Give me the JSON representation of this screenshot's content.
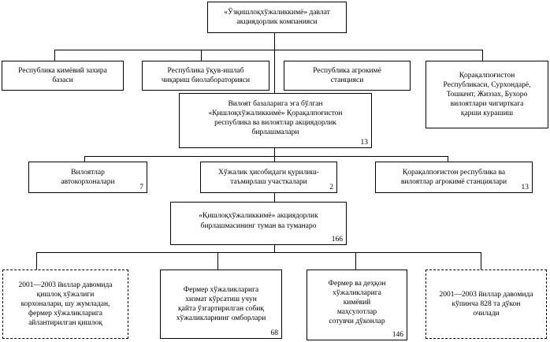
{
  "nodes": {
    "root": {
      "text": "«Ўзқишлоқхўжаликкимё» давлат\nакциядорлик компанияси"
    },
    "reserve": {
      "text": "Республика кимёвий захира\nбазаси"
    },
    "biolab": {
      "text": "Республика ўқув-ишлаб\nчиқариш биолабораторияси"
    },
    "agrochem_station": {
      "text": "Республика агрокимё\nстанцияси"
    },
    "locust": {
      "text": "Қорақалпоғистон\nРеспубликаси, Сурхондарё,\nТошкент, Жиззах, Бухоро\nвилоятлари чигирткага\nқарши курашиш"
    },
    "regional_assoc": {
      "text": "Вилоят базаларига эга бўлган\n«Қишлоқхўжаликкимё» Қорақалпоғистон\nреспублика ва вилоятлар акциядорлик\nбирлашмалари",
      "count": "13"
    },
    "autobases": {
      "text": "Вилоятлар\nавтокорхоналари",
      "count": "7"
    },
    "construction": {
      "text": "Хўжалик ҳисобидаги қурилиш-\nтаъмирлаш участкалари",
      "count": "2"
    },
    "regional_agro": {
      "text": "Қорақалпоғистон республика ва\nвилоятлар агрокимё станциялари",
      "count": "13"
    },
    "district": {
      "text": "«Қишлоқхўжаликкимё» акциядорлик\nбирлашмасининг туман ва туманаро",
      "count": "166"
    },
    "leaf1": {
      "text": "2001—2003 йиллар давомида\nқишлоқ хўжалиги\nкорхоналари, шу жумладан,\nфермер хўжаликларига\nайлантирилган қишлоқ"
    },
    "leaf2": {
      "text": "Фермер хўжаликларига\nхизмат кўрсатиш учун\nқайта ўзгартирилган собиқ\nхўжаликларнинг омборлари",
      "count": "68"
    },
    "leaf3": {
      "text": "Фермер ва деҳқон\nхўжаликларига\nкимёвий\nмаҳсулотлар\nсотувчи дўконлар",
      "count": "146"
    },
    "leaf4": {
      "text": "2001—2003 йиллар давомида\nкўпинча 828 та дўкон\nочилади"
    }
  }
}
